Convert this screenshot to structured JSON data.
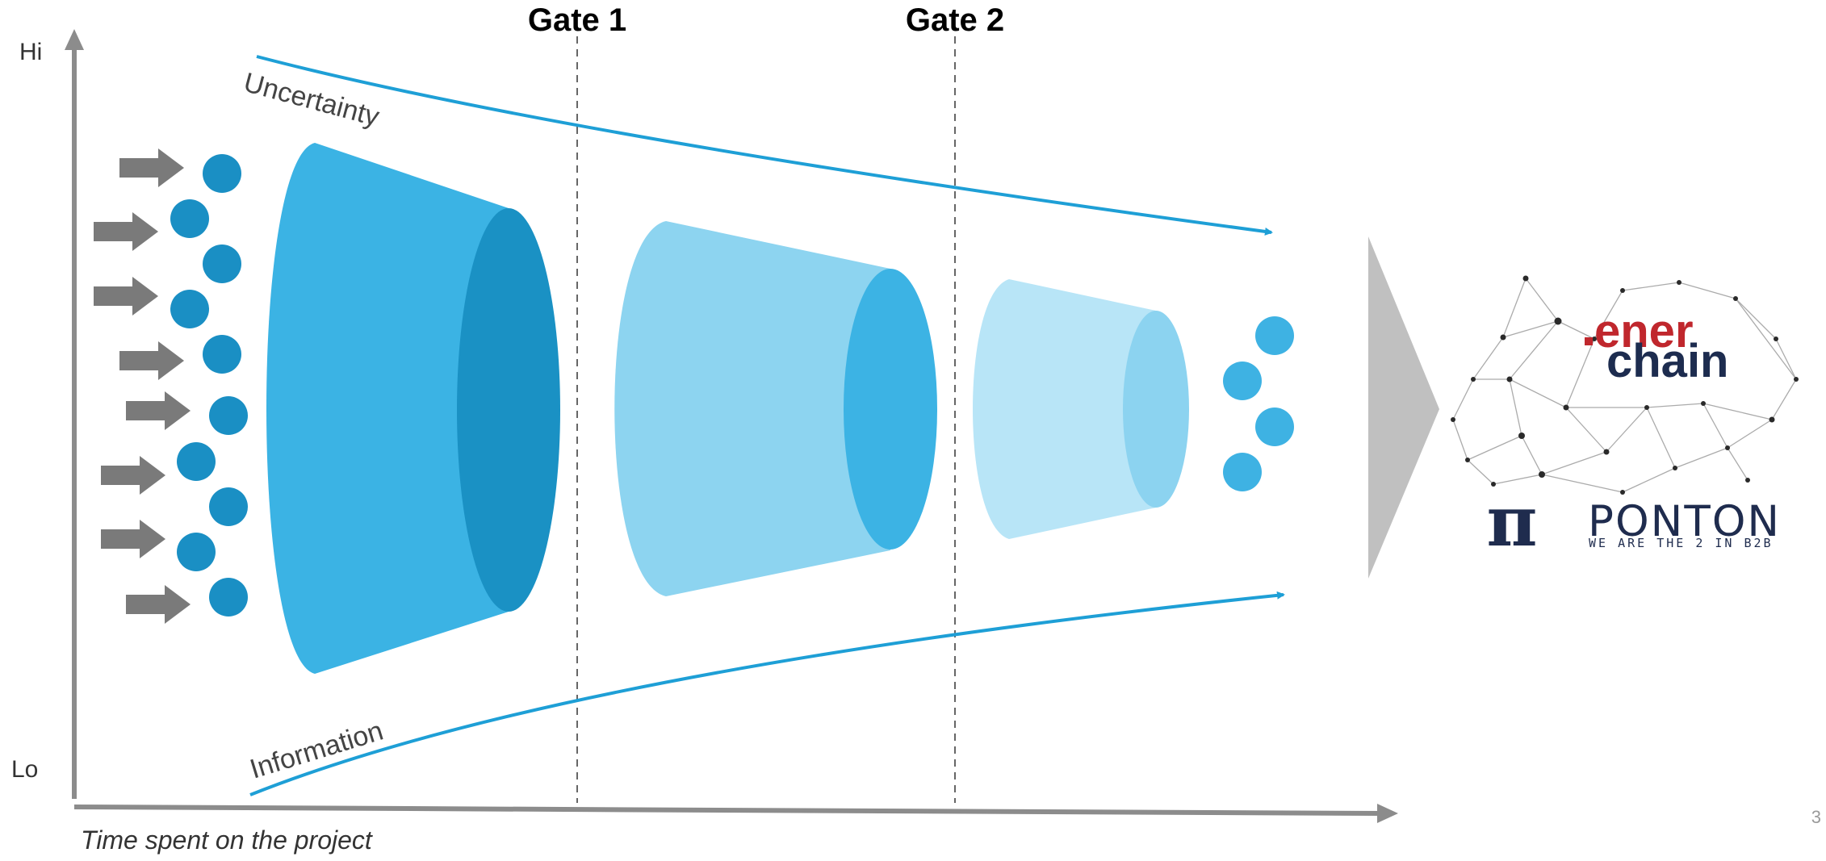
{
  "axes": {
    "y_top_label": "Hi",
    "y_bottom_label": "Lo",
    "x_label": "Time spent on the project"
  },
  "gates": [
    {
      "label": "Gate 1"
    },
    {
      "label": "Gate 2"
    }
  ],
  "trend_lines": {
    "upper_label": "Uncertainty",
    "lower_label": "Information"
  },
  "logos": {
    "enerchain_prefix": "ener",
    "enerchain_suffix": "chain",
    "ponton_name": "PONTON",
    "ponton_tagline": "WE ARE THE 2 IN B2B",
    "ponton_symbol": "π"
  },
  "page_number": "3",
  "colors": {
    "axis_gray": "#8c8c8c",
    "arrow_gray": "#7a7a7a",
    "trend_blue": "#1e9fd6",
    "dot_dark": "#1a8fc4",
    "dot_light": "#3eb2e3",
    "funnel1_body": "#3bb3e4",
    "funnel1_end": "#1a91c4",
    "funnel2_body": "#8dd4f0",
    "funnel2_end": "#3cb3e4",
    "funnel3_body": "#b8e5f7",
    "funnel3_end": "#8cd3f0",
    "big_arrow_gray": "#c0c0c0",
    "enerchain_red": "#c0272d",
    "enerchain_navy": "#1d2c4f",
    "ponton_navy": "#1f2c4e"
  },
  "icons": {
    "input_arrows": "right-arrow-icon",
    "output_arrow": "triangle-right-icon"
  }
}
